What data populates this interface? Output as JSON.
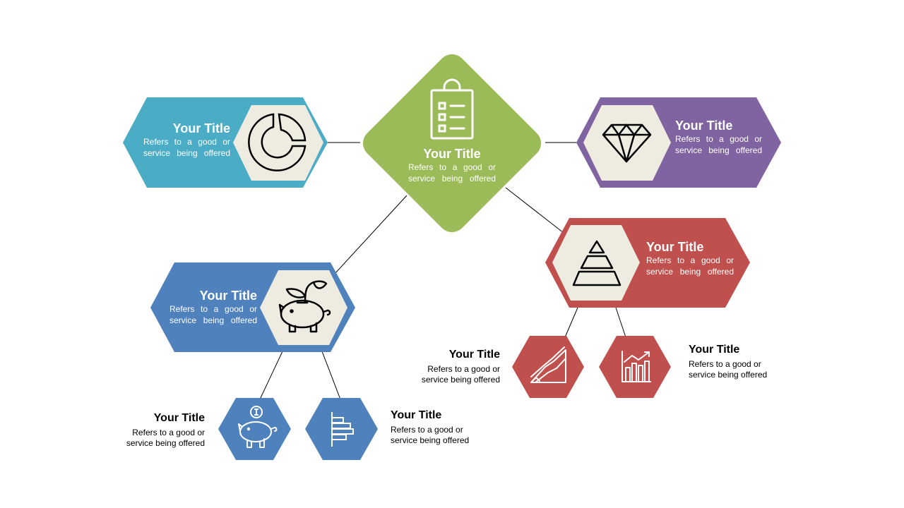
{
  "colors": {
    "center": "#9bbb59",
    "teal": "#4bacc6",
    "purple": "#8064a2",
    "blue": "#4f81bd",
    "red": "#c0504d",
    "cream": "#eeece1",
    "line": "#000000"
  },
  "center": {
    "title": "Your Title",
    "desc": "Refers to a good or service being offered",
    "icon": "clipboard-checklist-icon"
  },
  "top_left": {
    "title": "Your Title",
    "desc": "Refers to a good or service being offered",
    "icon": "donut-chart-icon"
  },
  "top_right": {
    "title": "Your Title",
    "desc": "Refers to a good or service being offered",
    "icon": "diamond-icon"
  },
  "mid_left": {
    "title": "Your Title",
    "desc": "Refers to a good or service being offered",
    "icon": "piggy-bank-plant-icon"
  },
  "mid_right": {
    "title": "Your Title",
    "desc": "Refers to a good or service being offered",
    "icon": "pyramid-icon"
  },
  "sub_items": [
    {
      "title": "Your Title",
      "desc": "Refers to a good or service being offered",
      "icon": "piggy-bank-coin-icon"
    },
    {
      "title": "Your Title",
      "desc": "Refers to a good or service being offered",
      "icon": "horizontal-bar-chart-icon"
    },
    {
      "title": "Your Title",
      "desc": "Refers to a good or service being offered",
      "icon": "area-chart-icon"
    },
    {
      "title": "Your Title",
      "desc": "Refers to a good or service being offered",
      "icon": "bar-chart-growth-icon"
    }
  ]
}
